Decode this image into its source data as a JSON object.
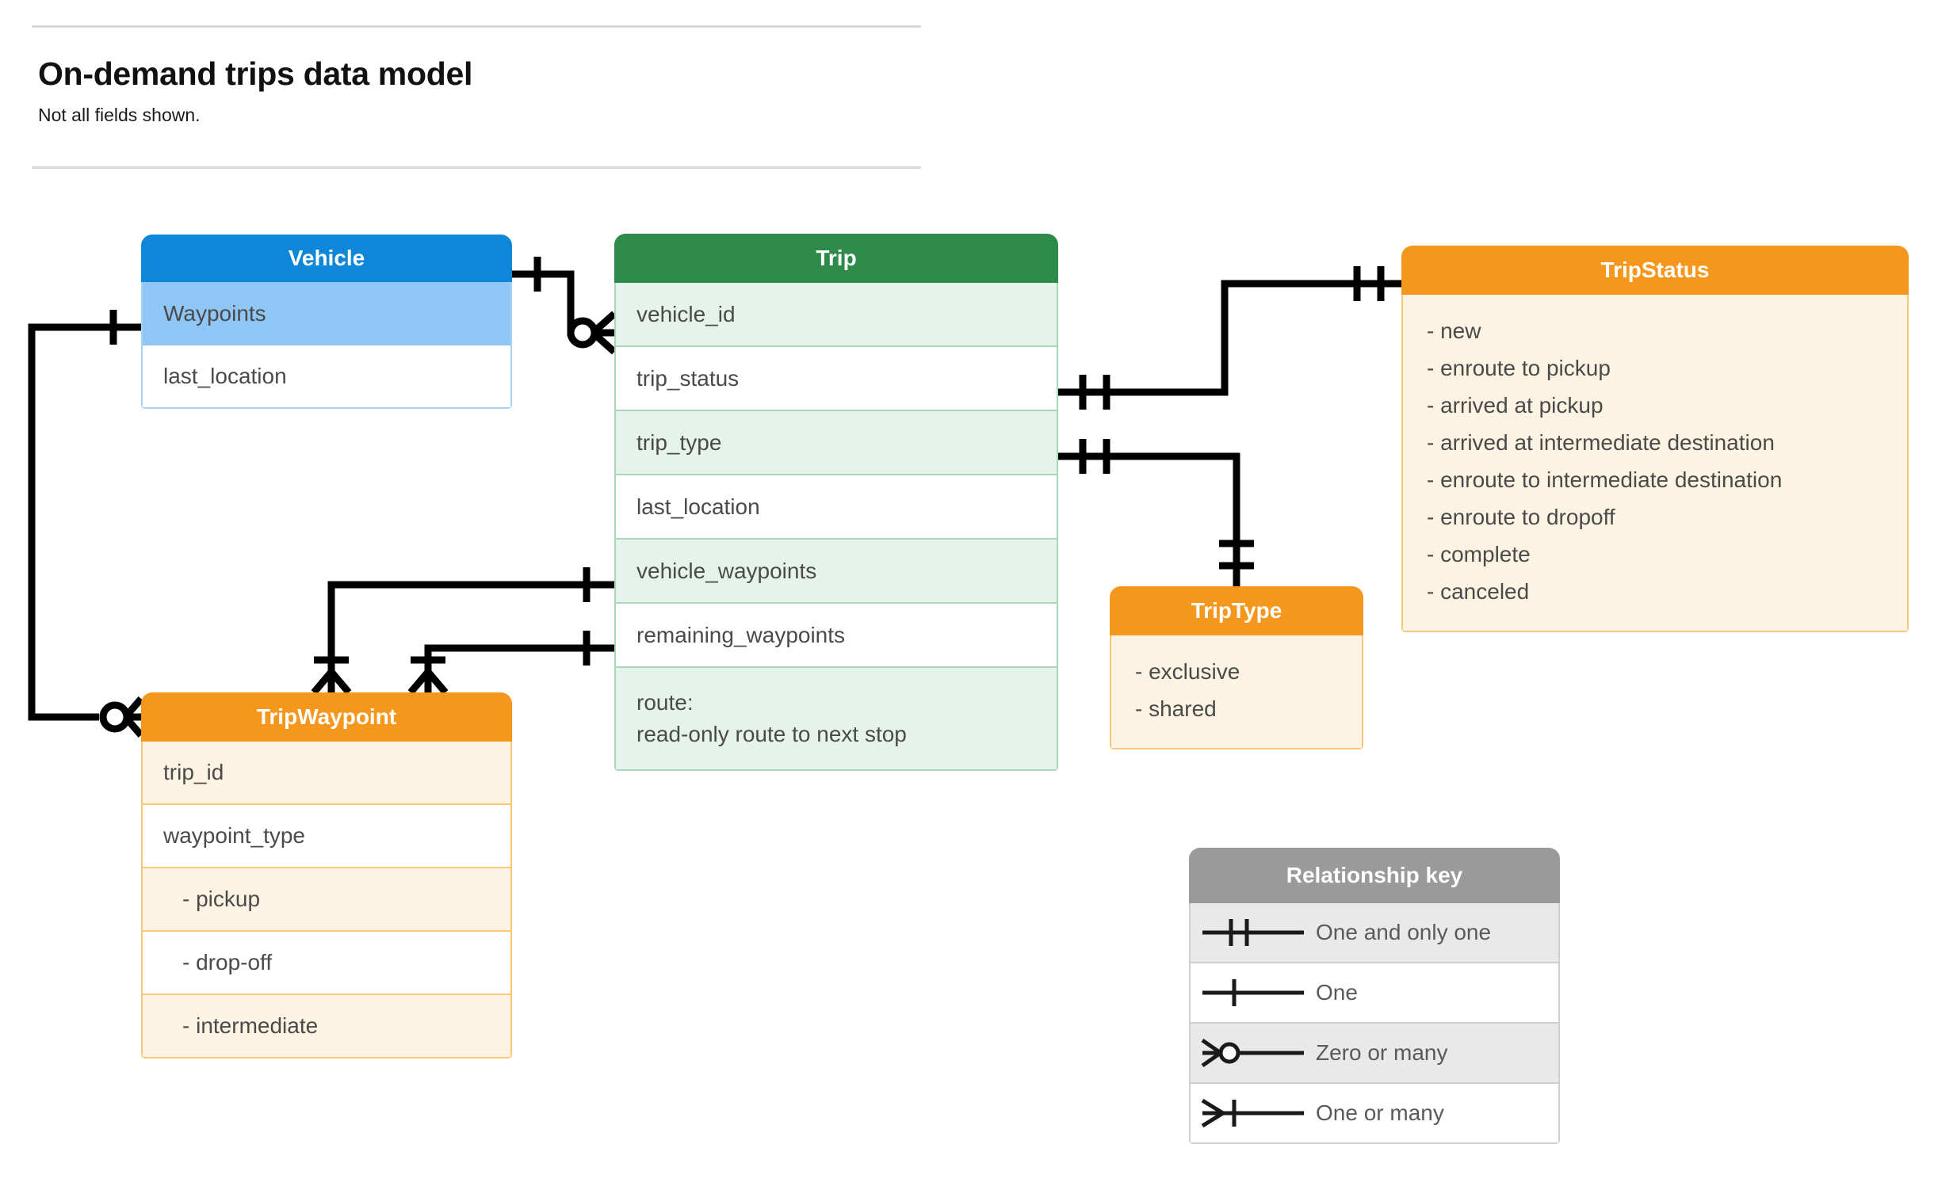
{
  "header": {
    "title": "On-demand trips data model",
    "subtitle": "Not all fields shown."
  },
  "entities": {
    "vehicle": {
      "name": "Vehicle",
      "color": "#0f87d8",
      "fields": [
        "Waypoints",
        "last_location"
      ]
    },
    "trip": {
      "name": "Trip",
      "color": "#2d8b49",
      "fields": [
        "vehicle_id",
        "trip_status",
        "trip_type",
        "last_location",
        "vehicle_waypoints",
        "remaining_waypoints"
      ],
      "route_label": "route:",
      "route_note": "read-only route to next stop"
    },
    "tripwaypoint": {
      "name": "TripWaypoint",
      "color": "#f5971d",
      "fields": [
        "trip_id",
        "waypoint_type",
        "-  pickup",
        "-  drop-off",
        "-  intermediate"
      ]
    },
    "tripstatus": {
      "name": "TripStatus",
      "color": "#f5971d",
      "values": [
        "- new",
        "- enroute to pickup",
        "- arrived at pickup",
        "- arrived at intermediate destination",
        "- enroute to intermediate destination",
        "- enroute to dropoff",
        "- complete",
        "- canceled"
      ]
    },
    "triptype": {
      "name": "TripType",
      "color": "#f5971d",
      "values": [
        "- exclusive",
        "- shared"
      ]
    }
  },
  "legend": {
    "title": "Relationship key",
    "rows": [
      {
        "symbol": "one-and-only-one",
        "label": "One and only one"
      },
      {
        "symbol": "one",
        "label": "One"
      },
      {
        "symbol": "zero-or-many",
        "label": "Zero or many"
      },
      {
        "symbol": "one-or-many",
        "label": "One or many"
      }
    ]
  },
  "relationships": [
    {
      "from": "Vehicle",
      "from_card": "one",
      "to": "Trip.vehicle_id",
      "to_card": "zero-or-many"
    },
    {
      "from": "Vehicle.Waypoints",
      "from_card": "one",
      "to": "TripWaypoint",
      "to_card": "zero-or-many"
    },
    {
      "from": "Trip.trip_status",
      "from_card": "one-and-only-one",
      "to": "TripStatus",
      "to_card": "one-and-only-one"
    },
    {
      "from": "Trip.trip_type",
      "from_card": "one-and-only-one",
      "to": "TripType",
      "to_card": "one-and-only-one"
    },
    {
      "from": "Trip.vehicle_waypoints",
      "from_card": "one",
      "to": "TripWaypoint",
      "to_card": "one-or-many"
    },
    {
      "from": "Trip.remaining_waypoints",
      "from_card": "one",
      "to": "TripWaypoint",
      "to_card": "one-or-many"
    }
  ]
}
